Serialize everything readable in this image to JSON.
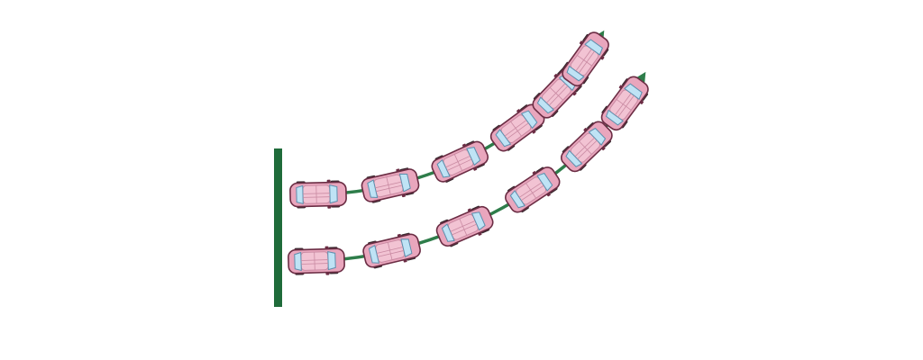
{
  "colors": {
    "background": "#ffffff",
    "path_green": "#2e7d4a",
    "wall_green": "#1f6b3a",
    "car_body": "#e9a6bd",
    "car_body_dark": "#c98aa2",
    "car_outline": "#6b2d44",
    "car_roof": "#f2c3d3",
    "car_glass": "#bfe3f5",
    "car_glass_edge": "#5d8fae",
    "car_wheel": "#3a2a30"
  },
  "icons": {
    "wall": "vertical-barrier",
    "vehicle": "car-top-view",
    "direction": "arrow-head"
  },
  "paths": [
    {
      "id": "upper-path",
      "car_count": 6
    },
    {
      "id": "lower-path",
      "car_count": 6
    }
  ]
}
